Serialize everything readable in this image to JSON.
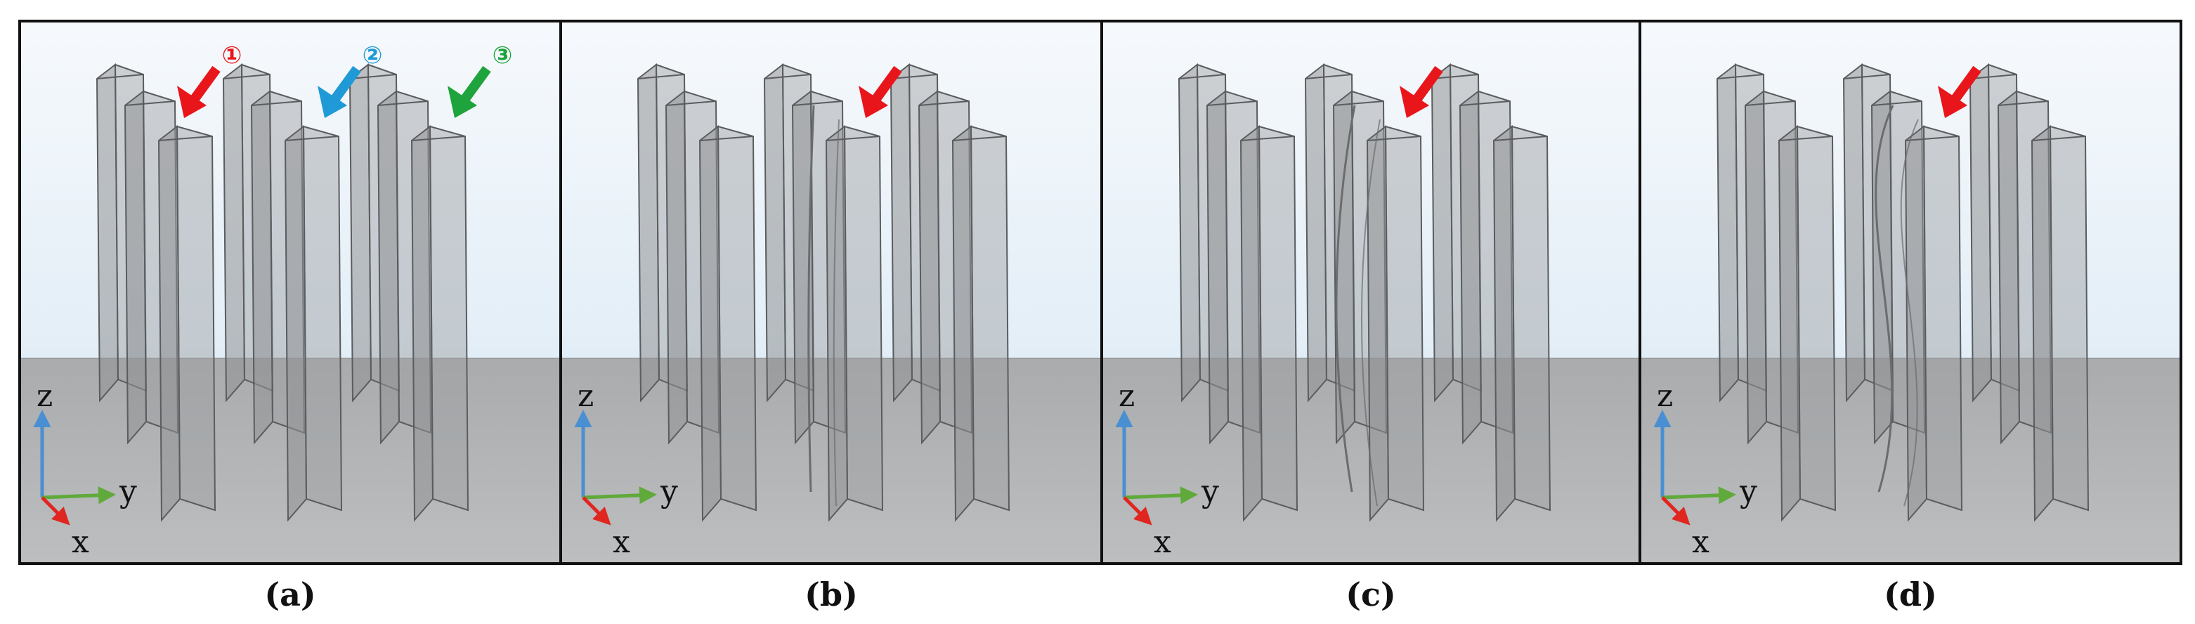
{
  "panels": [
    {
      "label": "(a)",
      "variant": "straight",
      "markers": [
        {
          "number": "①",
          "color": "#e8161b",
          "target": 0
        },
        {
          "number": "②",
          "color": "#1f9ad6",
          "target": 1
        },
        {
          "number": "③",
          "color": "#1fa33c",
          "target": 2
        }
      ]
    },
    {
      "label": "(b)",
      "variant": "slight-bend",
      "markers": [
        {
          "number": "",
          "color": "#e8161b",
          "target": 1
        }
      ]
    },
    {
      "label": "(c)",
      "variant": "bow",
      "markers": [
        {
          "number": "",
          "color": "#e8161b",
          "target": 1
        }
      ]
    },
    {
      "label": "(d)",
      "variant": "wave",
      "markers": [
        {
          "number": "",
          "color": "#e8161b",
          "target": 1
        }
      ]
    }
  ],
  "axes": {
    "z": "z",
    "y": "y",
    "x": "x"
  },
  "colors": {
    "sky_top": "#f6f9fc",
    "sky_bottom": "#d6e7f4",
    "ground": "#b3b5b7",
    "fin_fill": "#9c9ea0",
    "fin_edge": "#5a5c5e",
    "axis_z": "#4a8fd1",
    "axis_y": "#5faa3a",
    "axis_x": "#e0261e",
    "frame": "#111111"
  }
}
